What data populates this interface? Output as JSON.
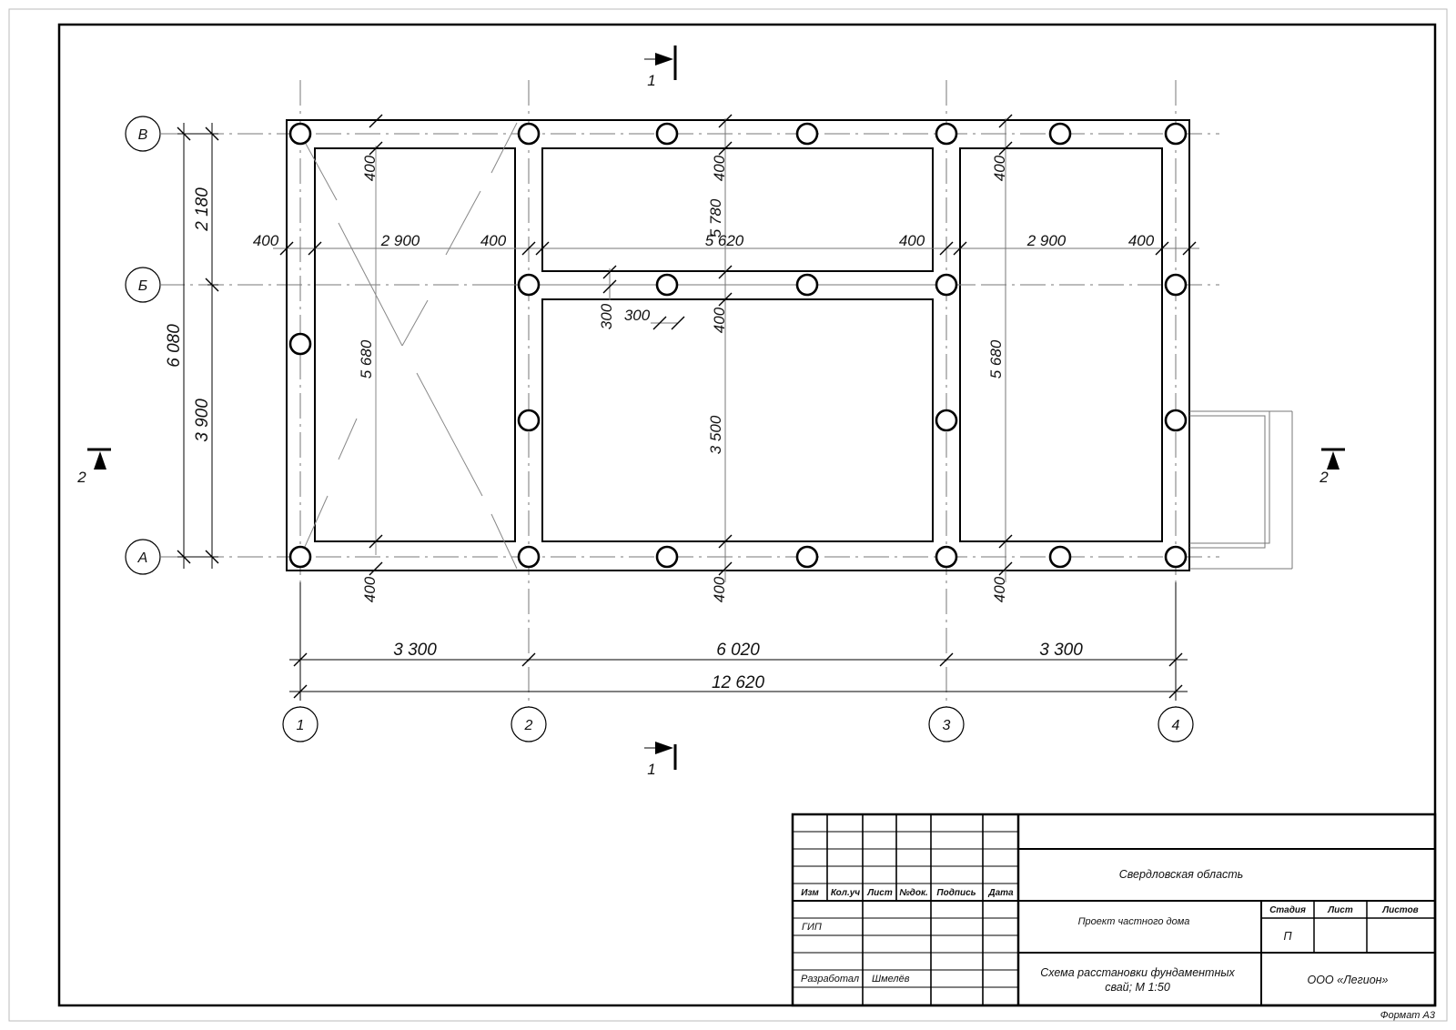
{
  "drawing": {
    "row_axes": [
      "В",
      "Б",
      "А"
    ],
    "col_axes": [
      "1",
      "2",
      "3",
      "4"
    ],
    "section_marks": {
      "section1": "1",
      "section2": "2"
    },
    "dims_top": [
      "400",
      "2 900",
      "400",
      "5 620",
      "400",
      "2 900",
      "400"
    ],
    "dims_bottom_row1": [
      "3 300",
      "6 020",
      "3 300"
    ],
    "dim_total": "12 620",
    "dims_left": [
      "2 180",
      "3 900",
      "6 080"
    ],
    "dims_vertical_inner": {
      "left_room": "5 680",
      "right_room": "5 680",
      "top_center": "5 780",
      "center": "3 500",
      "wall": "400"
    },
    "dims_small": [
      "300",
      "300"
    ]
  },
  "title_block": {
    "headers": [
      "Изм",
      "Кол.уч",
      "Лист",
      "№док.",
      "Подпись",
      "Дата"
    ],
    "gip": "ГИП",
    "developed_label": "Разработал",
    "developed_name": "Шмелёв",
    "region": "Свердловская область",
    "project": "Проект частного дома",
    "sheet_title_1": "Схема расстановки фундаментных",
    "sheet_title_2": "свай; М 1:50",
    "stage_label": "Стадия",
    "sheet_label": "Лист",
    "sheets_label": "Листов",
    "stage_value": "П",
    "company": "ООО «Легион»"
  },
  "format_label": "Формат А3"
}
